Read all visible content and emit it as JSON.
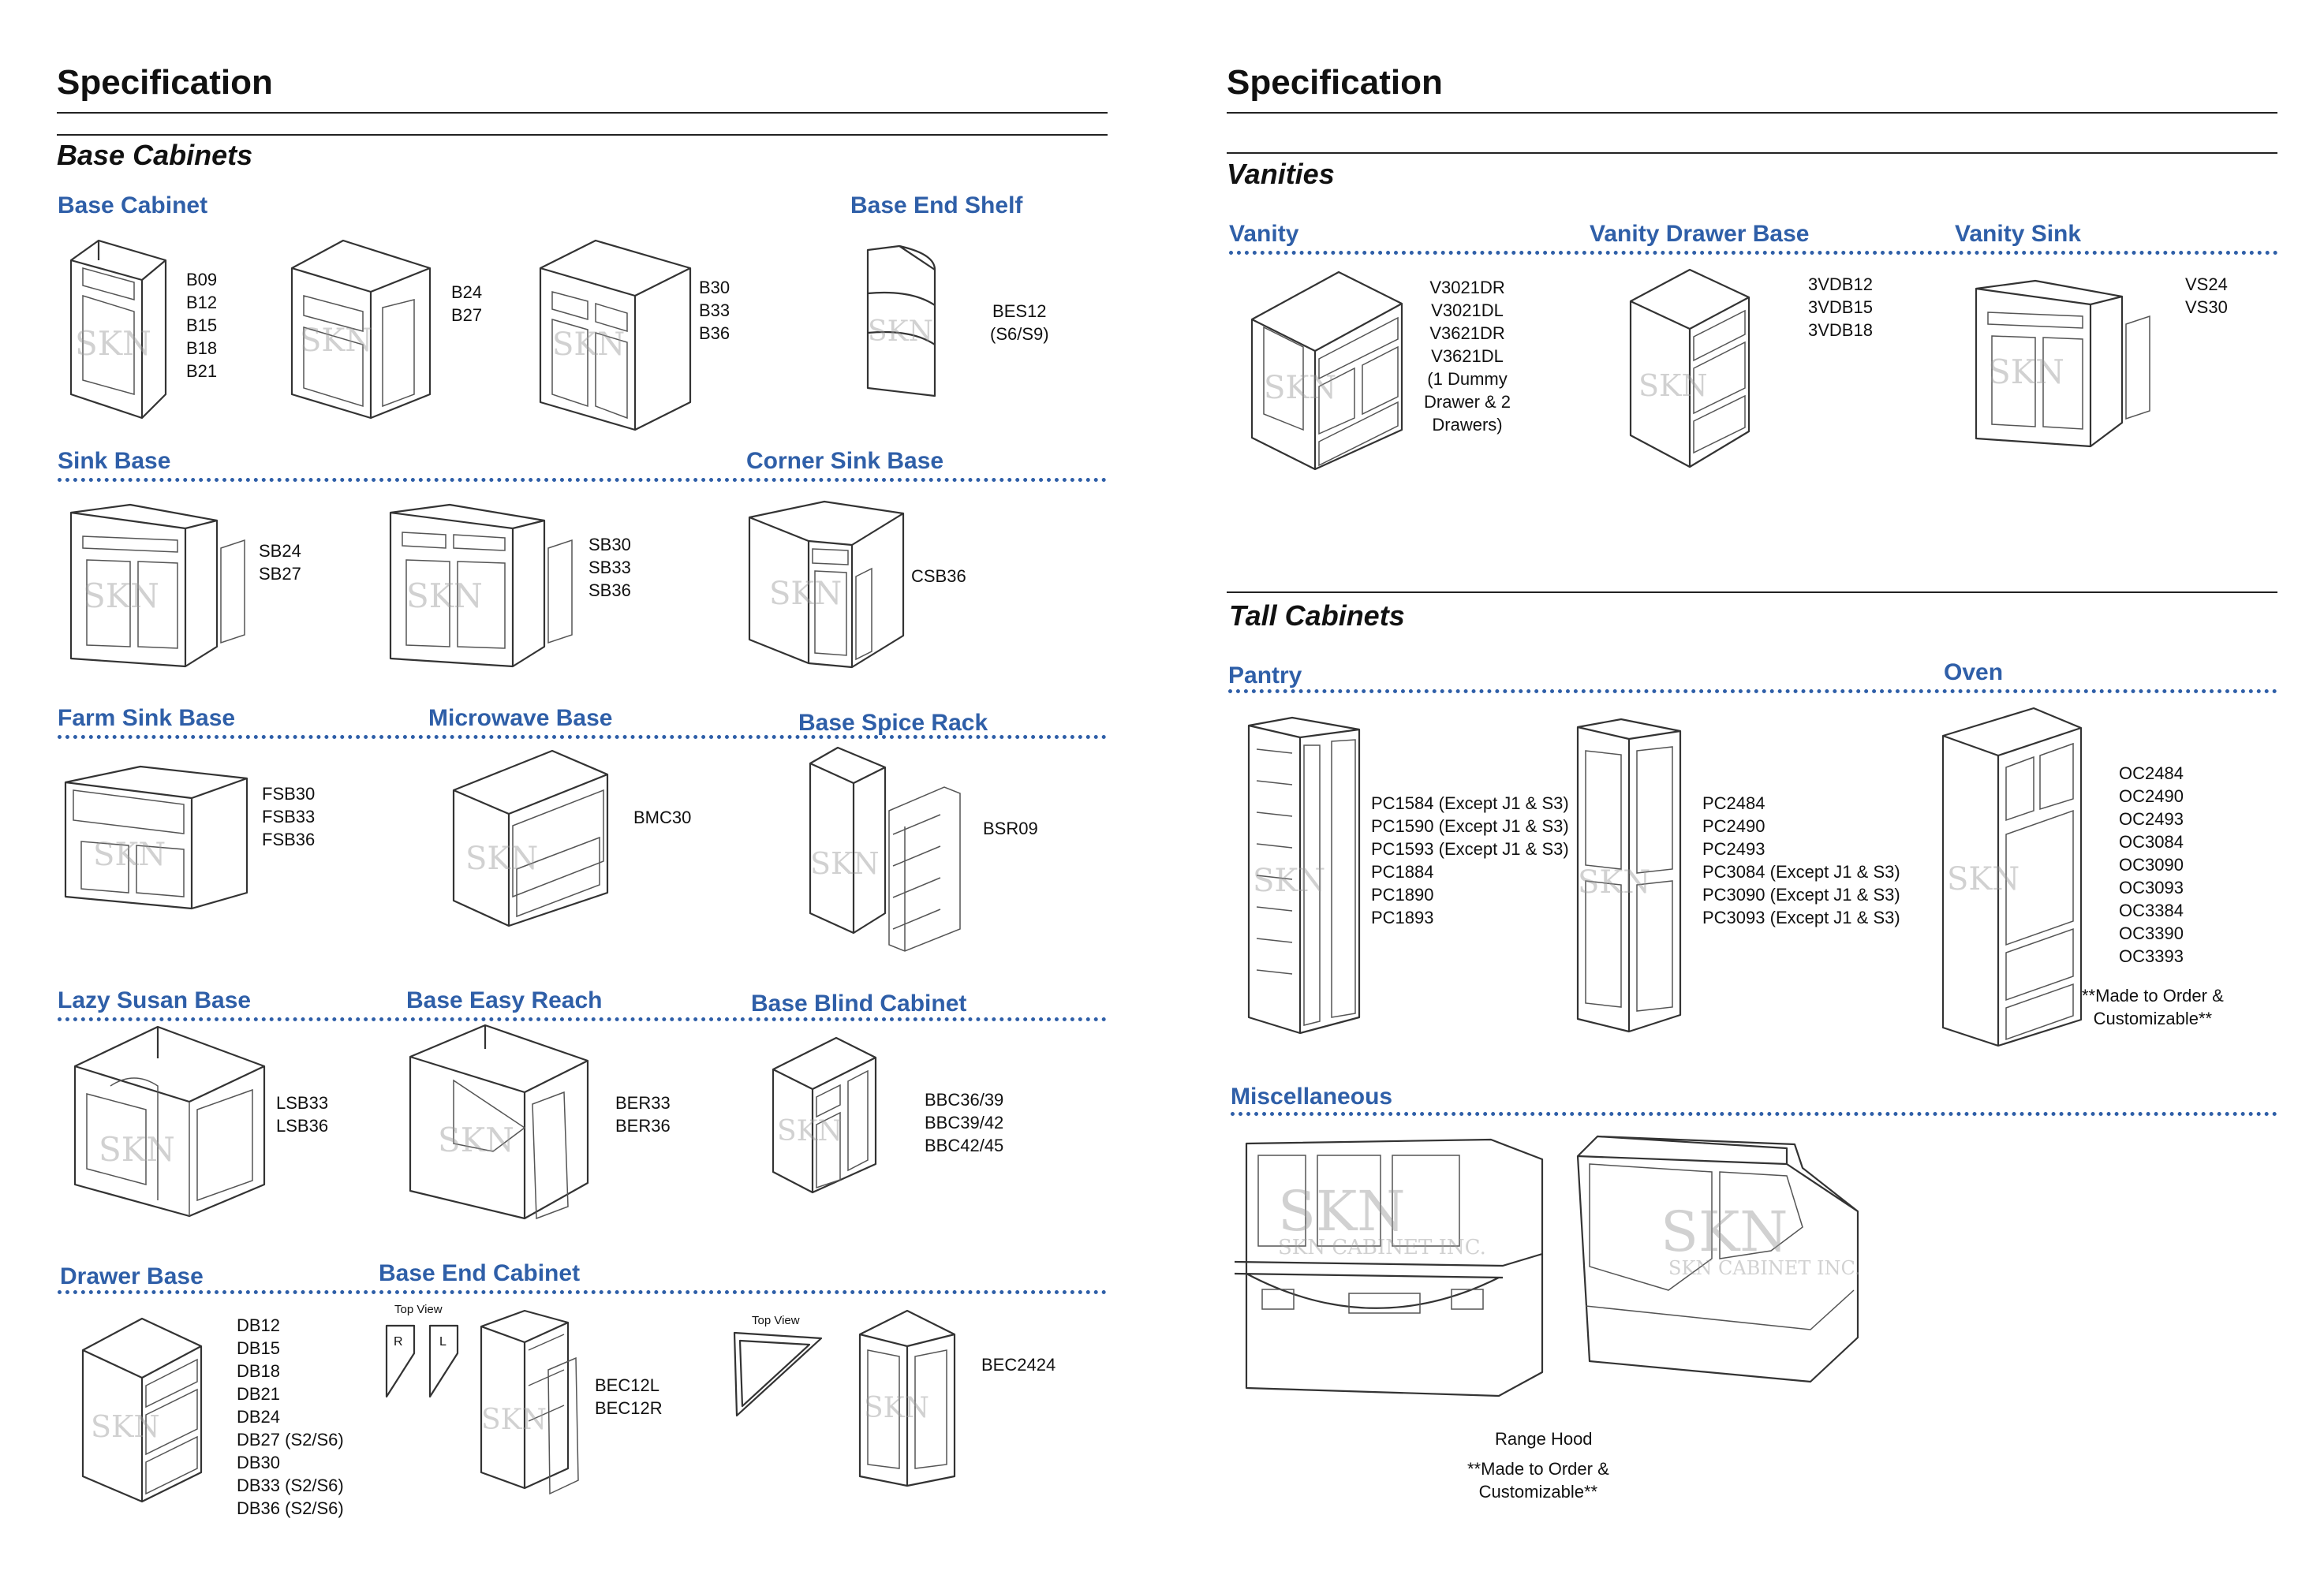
{
  "left": {
    "page_title": "Specification",
    "section_title": "Base Cabinets",
    "categories": {
      "base_cabinet": "Base Cabinet",
      "base_end_shelf": "Base End Shelf",
      "sink_base": "Sink Base",
      "corner_sink_base": "Corner Sink Base",
      "farm_sink_base": "Farm Sink Base",
      "microwave_base": "Microwave Base",
      "base_spice_rack": "Base Spice Rack",
      "lazy_susan_base": "Lazy Susan Base",
      "base_easy_reach": "Base Easy Reach",
      "base_blind_cabinet": "Base Blind Cabinet",
      "drawer_base": "Drawer Base",
      "base_end_cabinet": "Base End Cabinet"
    },
    "codes": {
      "b_small": "B09\nB12\nB15\nB18\nB21",
      "b_mid": "B24\nB27",
      "b_large": "B30\nB33\nB36",
      "bes": "BES12\n(S6/S9)",
      "sb_small": "SB24\nSB27",
      "sb_large": "SB30\nSB33\nSB36",
      "csb": "CSB36",
      "fsb": "FSB30\nFSB33\nFSB36",
      "bmc": "BMC30",
      "bsr": "BSR09",
      "lsb": "LSB33\nLSB36",
      "ber": "BER33\nBER36",
      "bbc": "BBC36/39\nBBC39/42\nBBC42/45",
      "db": "DB12\nDB15\nDB18\nDB21\nDB24\nDB27 (S2/S6)\nDB30\nDB33 (S2/S6)\nDB36 (S2/S6)",
      "bec_lr": "BEC12L\nBEC12R",
      "bec2424": "BEC2424"
    },
    "top_view_label_1": "Top View",
    "top_view_label_2": "Top View",
    "r_label": "R",
    "l_label": "L"
  },
  "right": {
    "page_title": "Specification",
    "vanities_title": "Vanities",
    "tall_title": "Tall Cabinets",
    "categories": {
      "vanity": "Vanity",
      "vanity_drawer_base": "Vanity Drawer Base",
      "vanity_sink": "Vanity Sink",
      "pantry": "Pantry",
      "oven": "Oven",
      "misc": "Miscellaneous"
    },
    "codes": {
      "vanity": "V3021DR\nV3021DL\nV3621DR\nV3621DL\n(1 Dummy\nDrawer & 2\nDrawers)",
      "vdb": "3VDB12\n3VDB15\n3VDB18",
      "vs": "VS24\nVS30",
      "pc_a": "PC1584 (Except J1 & S3)\nPC1590 (Except J1 & S3)\nPC1593 (Except J1 & S3)\nPC1884\nPC1890\nPC1893",
      "pc_b": "PC2484\nPC2490\nPC2493\nPC3084 (Except J1 & S3)\nPC3090 (Except J1 & S3)\nPC3093 (Except J1 & S3)",
      "oc": "OC2484\nOC2490\nOC2493\nOC3084\nOC3090\nOC3093\nOC3384\nOC3390\nOC3393",
      "oc_note": "**Made to Order &\nCustomizable**",
      "range_hood": "Range Hood",
      "misc_note": "**Made to Order &\nCustomizable**"
    }
  },
  "watermark": {
    "logo": "SKN",
    "company": "SKN CABINET INC."
  },
  "colors": {
    "accent": "#2f5fa8",
    "text": "#111111",
    "line": "#333333"
  }
}
